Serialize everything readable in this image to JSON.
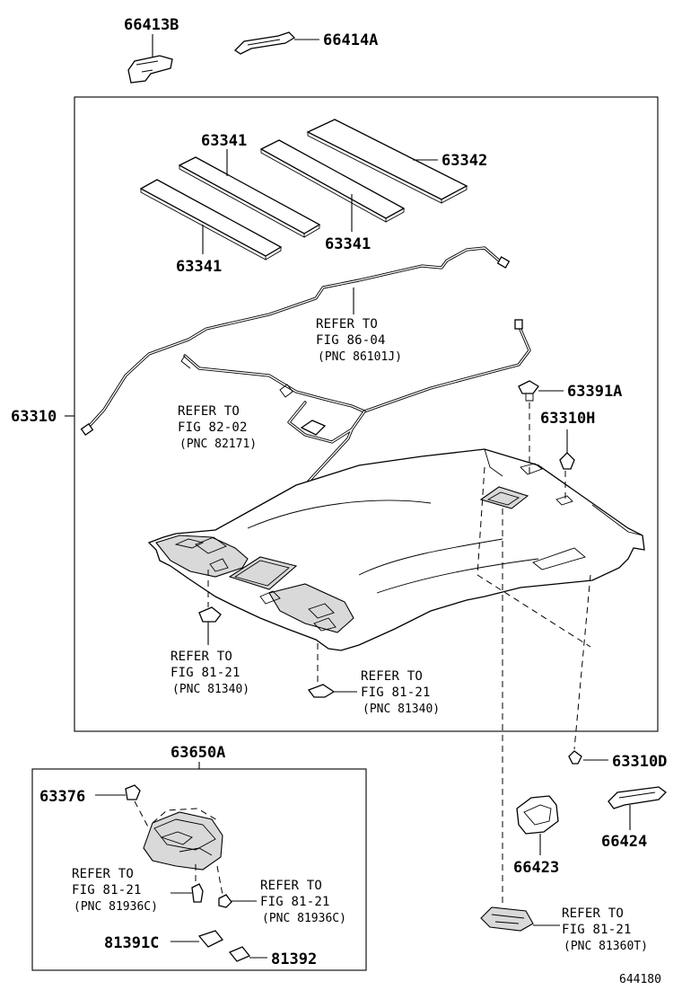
{
  "figure_number": "644180",
  "parts": {
    "p66413B": "66413B",
    "p66414A": "66414A",
    "p63341_top": "63341",
    "p63342": "63342",
    "p63341_mid": "63341",
    "p63341_bot": "63341",
    "p63310": "63310",
    "p63391A": "63391A",
    "p63310H": "63310H",
    "p63650A": "63650A",
    "p63310D": "63310D",
    "p63376": "63376",
    "p66424": "66424",
    "p66423": "66423",
    "p81391C": "81391C",
    "p81392": "81392"
  },
  "refs": {
    "r1": {
      "line1": "REFER TO",
      "line2": "FIG 86-04",
      "line3": "(PNC 86101J)"
    },
    "r2": {
      "line1": "REFER TO",
      "line2": "FIG 82-02",
      "line3": "(PNC 82171)"
    },
    "r3": {
      "line1": "REFER TO",
      "line2": "FIG 81-21",
      "line3": "(PNC 81340)"
    },
    "r4": {
      "line1": "REFER TO",
      "line2": "FIG 81-21",
      "line3": "(PNC 81340)"
    },
    "r5": {
      "line1": "REFER TO",
      "line2": "FIG 81-21",
      "line3": "(PNC 81936C)"
    },
    "r6": {
      "line1": "REFER TO",
      "line2": "FIG 81-21",
      "line3": "(PNC 81936C)"
    },
    "r7": {
      "line1": "REFER TO",
      "line2": "FIG 81-21",
      "line3": "(PNC 81360T)"
    }
  }
}
